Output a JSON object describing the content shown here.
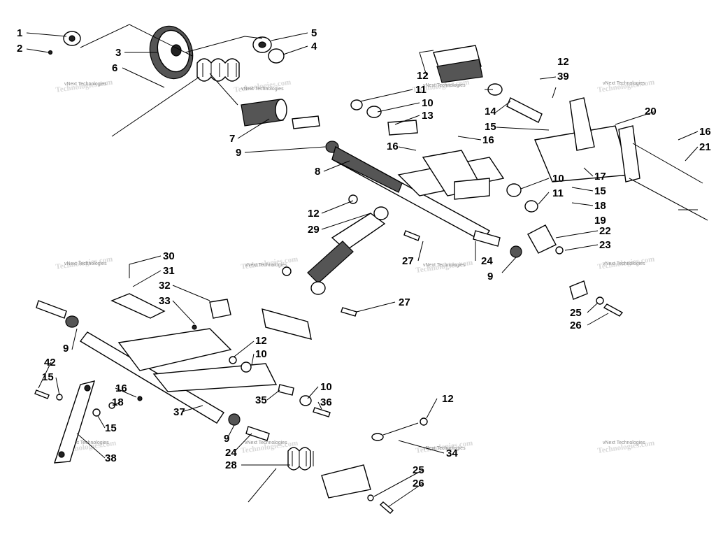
{
  "title": "",
  "watermark": {
    "line1": "vNext Technologies",
    "line2": "Technologies.com"
  },
  "callouts": [
    {
      "id": "c1",
      "text": "1"
    },
    {
      "id": "c2",
      "text": "2"
    },
    {
      "id": "c3",
      "text": "3"
    },
    {
      "id": "c4",
      "text": "4"
    },
    {
      "id": "c5",
      "text": "5"
    },
    {
      "id": "c6",
      "text": "6"
    },
    {
      "id": "c7",
      "text": "7"
    },
    {
      "id": "c8",
      "text": "8"
    },
    {
      "id": "c9a",
      "text": "9"
    },
    {
      "id": "c9b",
      "text": "9"
    },
    {
      "id": "c9c",
      "text": "9"
    },
    {
      "id": "c9d",
      "text": "9"
    },
    {
      "id": "c10a",
      "text": "10"
    },
    {
      "id": "c10b",
      "text": "10"
    },
    {
      "id": "c10c",
      "text": "10"
    },
    {
      "id": "c10d",
      "text": "10"
    },
    {
      "id": "c11a",
      "text": "11"
    },
    {
      "id": "c11b",
      "text": "11"
    },
    {
      "id": "c12a",
      "text": "12"
    },
    {
      "id": "c12b",
      "text": "12"
    },
    {
      "id": "c12c",
      "text": "12"
    },
    {
      "id": "c12d",
      "text": "12"
    },
    {
      "id": "c12e",
      "text": "12"
    },
    {
      "id": "c13",
      "text": "13"
    },
    {
      "id": "c14",
      "text": "14"
    },
    {
      "id": "c15a",
      "text": "15"
    },
    {
      "id": "c15b",
      "text": "15"
    },
    {
      "id": "c15c",
      "text": "15"
    },
    {
      "id": "c15d",
      "text": "15"
    },
    {
      "id": "c16a",
      "text": "16"
    },
    {
      "id": "c16b",
      "text": "16"
    },
    {
      "id": "c16c",
      "text": "16"
    },
    {
      "id": "c16d",
      "text": "16"
    },
    {
      "id": "c17",
      "text": "17"
    },
    {
      "id": "c18a",
      "text": "18"
    },
    {
      "id": "c18b",
      "text": "18"
    },
    {
      "id": "c19",
      "text": "19"
    },
    {
      "id": "c20",
      "text": "20"
    },
    {
      "id": "c21",
      "text": "21"
    },
    {
      "id": "c22",
      "text": "22"
    },
    {
      "id": "c23",
      "text": "23"
    },
    {
      "id": "c24a",
      "text": "24"
    },
    {
      "id": "c24b",
      "text": "24"
    },
    {
      "id": "c25a",
      "text": "25"
    },
    {
      "id": "c25b",
      "text": "25"
    },
    {
      "id": "c26a",
      "text": "26"
    },
    {
      "id": "c26b",
      "text": "26"
    },
    {
      "id": "c27a",
      "text": "27"
    },
    {
      "id": "c27b",
      "text": "27"
    },
    {
      "id": "c28",
      "text": "28"
    },
    {
      "id": "c29",
      "text": "29"
    },
    {
      "id": "c30",
      "text": "30"
    },
    {
      "id": "c31",
      "text": "31"
    },
    {
      "id": "c32",
      "text": "32"
    },
    {
      "id": "c33",
      "text": "33"
    },
    {
      "id": "c34",
      "text": "34"
    },
    {
      "id": "c35",
      "text": "35"
    },
    {
      "id": "c36",
      "text": "36"
    },
    {
      "id": "c37",
      "text": "37"
    },
    {
      "id": "c38",
      "text": "38"
    },
    {
      "id": "c39",
      "text": "39"
    },
    {
      "id": "c42",
      "text": "42"
    }
  ]
}
